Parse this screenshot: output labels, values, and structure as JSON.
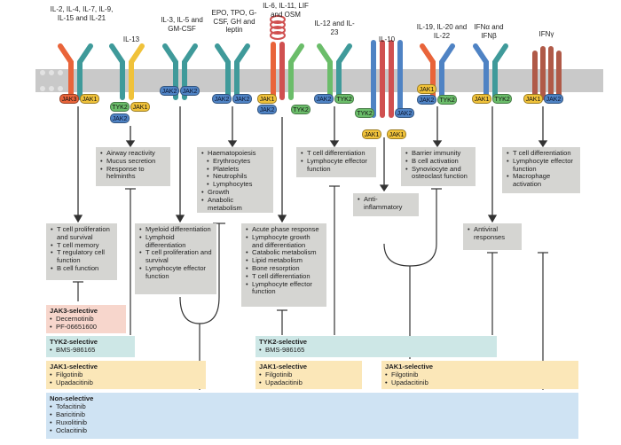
{
  "receptors": [
    {
      "label": "IL-2, IL-4, IL-7, IL-9, IL-15 and IL-21"
    },
    {
      "label": "IL-13"
    },
    {
      "label": "IL-3, IL-5 and GM-CSF"
    },
    {
      "label": "EPO, TPO, G-CSF, GH and leptin"
    },
    {
      "label": "IL-6, IL-11, LIF and OSM"
    },
    {
      "label": "IL-12 and IL-23"
    },
    {
      "label": "IL-10"
    },
    {
      "label": "IL-19, IL-20 and IL-22"
    },
    {
      "label": "IFNα and IFNβ"
    },
    {
      "label": "IFNγ"
    }
  ],
  "kinases": {
    "jak1": "JAK1",
    "jak2": "JAK2",
    "jak3": "JAK3",
    "tyk2": "TYK2"
  },
  "functions": {
    "il2": [
      "T cell proliferation and survival",
      "T cell memory",
      "T regulatory cell function",
      "B cell function"
    ],
    "il13": [
      "Airway reactivity",
      "Mucus secretion",
      "Response to helminths"
    ],
    "il3": [
      "Myeloid differentiation",
      "Lymphoid differentiation",
      "T cell proliferation and survival",
      "Lymphocyte effector function"
    ],
    "epo": [
      "Haematopoiesis",
      "Erythrocytes",
      "Platelets",
      "Neutrophils",
      "Lymphocytes",
      "Growth",
      "Anabolic metabolism"
    ],
    "il6": [
      "Acute phase response",
      "Lymphocyte growth and differentiation",
      "Catabolic metabolism",
      "Lipid metabolism",
      "Bone resorption",
      "T cell differentiation",
      "Lymphocyte effector function"
    ],
    "il12": [
      "T cell differentiation",
      "Lymphocyte effector function"
    ],
    "il10": [
      "Anti-inflammatory"
    ],
    "il19": [
      "Barrier immunity",
      "B cell activation",
      "Synoviocyte and osteoclast function"
    ],
    "ifna": [
      "Antiviral responses"
    ],
    "ifng": [
      "T cell differentiation",
      "Lymphocyte effector function",
      "Macrophage activation"
    ]
  },
  "inhibitors": {
    "jak3": {
      "title": "JAK3-selective",
      "drugs": [
        "Decernotinib",
        "PF-06651600"
      ]
    },
    "tyk2_left": {
      "title": "TYK2-selective",
      "drugs": [
        "BMS-986165"
      ]
    },
    "tyk2_right": {
      "title": "TYK2-selective",
      "drugs": [
        "BMS-986165"
      ]
    },
    "jak1_left": {
      "title": "JAK1-selective",
      "drugs": [
        "Filgotinib",
        "Upadacitinib"
      ]
    },
    "jak1_mid": {
      "title": "JAK1-selective",
      "drugs": [
        "Filgotinib",
        "Upadacitinib"
      ]
    },
    "jak1_right": {
      "title": "JAK1-selective",
      "drugs": [
        "Filgotinib",
        "Upadacitinib"
      ]
    },
    "nonsel": {
      "title": "Non-selective",
      "drugs": [
        "Tofacitinib",
        "Baricitinib",
        "Ruxolitinib",
        "Oclacitinib"
      ]
    }
  },
  "colors": {
    "membrane": "#bdbdbd",
    "box": "#d5d5d2",
    "jak1": "#f0c23a",
    "jak2": "#4f83c4",
    "jak3": "#e9643a",
    "tyk2": "#6bbd6a"
  }
}
